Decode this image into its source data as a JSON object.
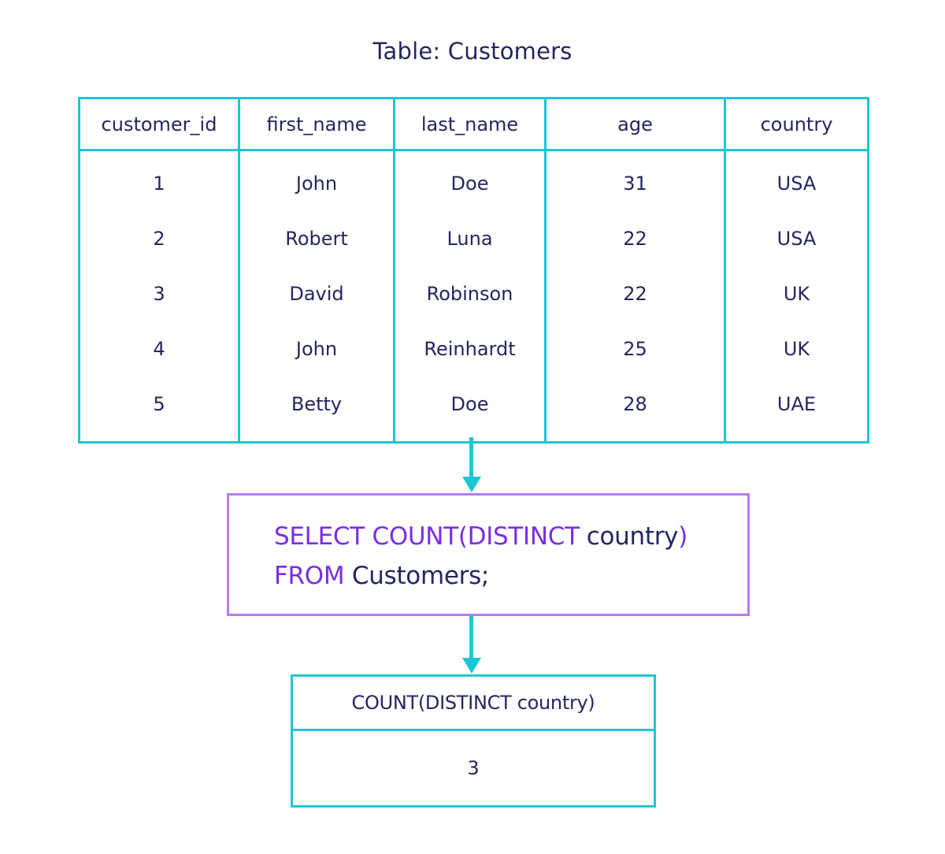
{
  "title": "Table: Customers",
  "customers_table": {
    "columns": [
      "customer_id",
      "first_name",
      "last_name",
      "age",
      "country"
    ],
    "rows": [
      [
        "1",
        "John",
        "Doe",
        "31",
        "USA"
      ],
      [
        "2",
        "Robert",
        "Luna",
        "22",
        "USA"
      ],
      [
        "3",
        "David",
        "Robinson",
        "22",
        "UK"
      ],
      [
        "4",
        "John",
        "Reinhardt",
        "25",
        "UK"
      ],
      [
        "5",
        "Betty",
        "Doe",
        "28",
        "UAE"
      ]
    ]
  },
  "query": {
    "line1": {
      "keyword1": "SELECT",
      "keyword2": "COUNT(DISTINCT",
      "column": "country",
      "close_paren": ")"
    },
    "line2": {
      "keyword": "FROM",
      "table": "Customers;"
    }
  },
  "result_table": {
    "header": "COUNT(DISTINCT country)",
    "value": "3"
  },
  "colors": {
    "table_border": "#1cc6d6",
    "arrow": "#1cc6d6",
    "query_border": "#b67cf0",
    "sql_keyword": "#7a2ee3",
    "text": "#25265e"
  }
}
